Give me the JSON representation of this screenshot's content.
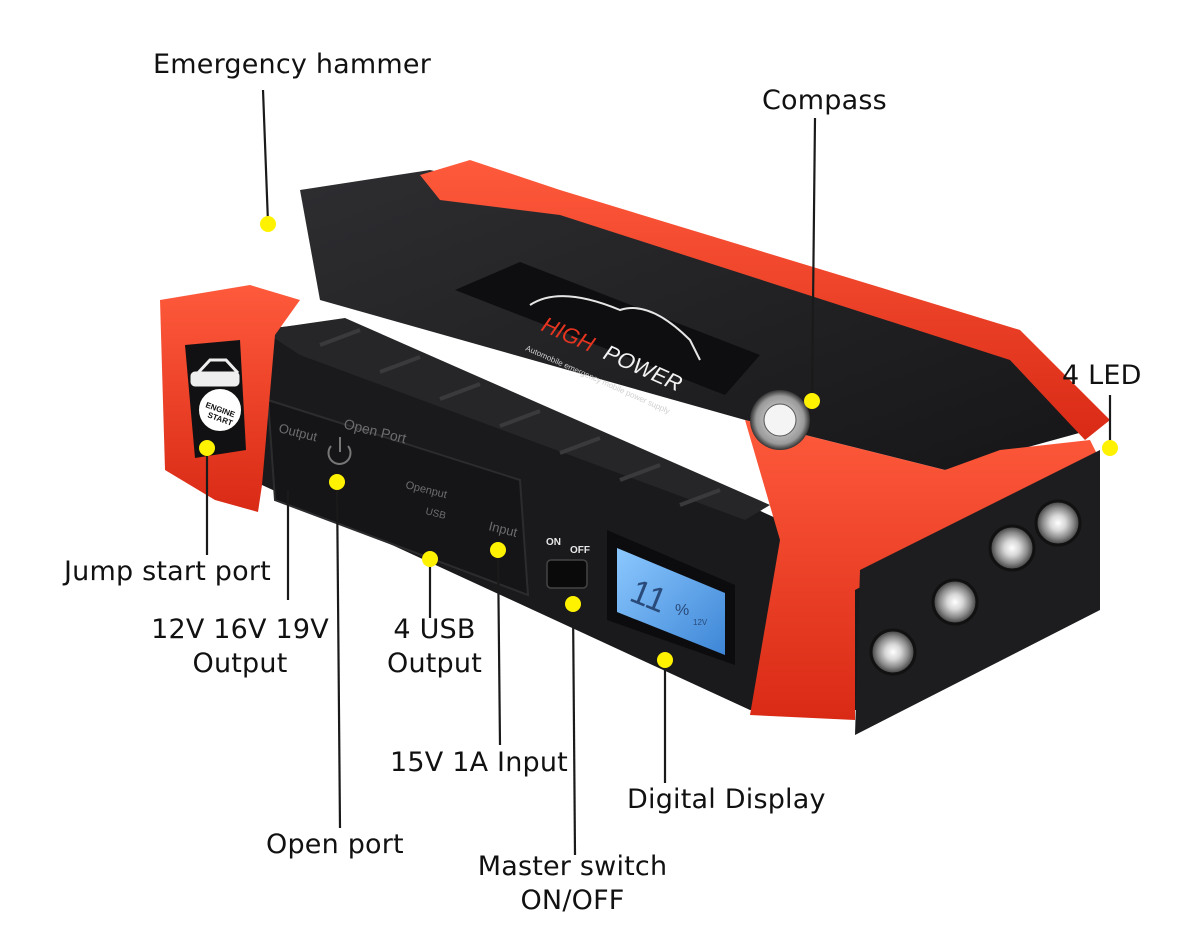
{
  "product": {
    "brand_line1": "HIGH",
    "brand_line2": "POWER",
    "brand_tagline": "Automobile emergency mobile power supply",
    "engine_button_line1": "ENGINE",
    "engine_button_line2": "START",
    "panel_output": "Output",
    "panel_open_port": "Open Port",
    "panel_openput": "Openput",
    "panel_usb": "USB",
    "panel_input": "Input",
    "switch_on": "ON",
    "switch_off": "OFF",
    "lcd_percent": "%",
    "lcd_voltage": "12V"
  },
  "callouts": {
    "emergency_hammer": "Emergency hammer",
    "compass": "Compass",
    "led": "4 LED",
    "jump_start_port": "Jump start port",
    "output_line1": "12V 16V 19V",
    "output_line2": "Output",
    "usb_line1": "4 USB",
    "usb_line2": "Output",
    "input": "15V 1A Input",
    "digital_display": "Digital Display",
    "open_port": "Open port",
    "master_switch_line1": "Master switch",
    "master_switch_line2": "ON/OFF"
  },
  "colors": {
    "bumper_red": "#f03a22",
    "body_black": "#1c1c1e",
    "lcd_blue": "#5aa8ee",
    "marker_yellow": "#fff200"
  }
}
